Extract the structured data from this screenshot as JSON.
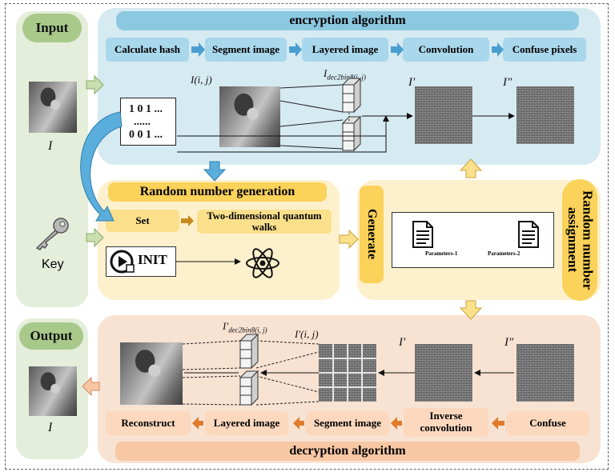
{
  "input": {
    "title": "Input",
    "image_label": "I",
    "key_label": "Key"
  },
  "output": {
    "title": "Output",
    "image_label": "I"
  },
  "encryption": {
    "title": "encryption algorithm",
    "steps": [
      "Calculate hash",
      "Segment image",
      "Layered image",
      "Convolution",
      "Confuse pixels"
    ],
    "matrix": {
      "row1": "1 0 1 ...",
      "row2": "......",
      "row3": "0 0 1 ..."
    },
    "label_I_ij": "I(i, j)",
    "label_I_dec": "I",
    "label_I_dec_sub": "dec2bin8(i, j)",
    "label_I_prime": "I′",
    "label_I_dprime": "I″"
  },
  "random": {
    "title": "Random number generation",
    "set_label": "Set",
    "walks_label": "Two-dimensional quantum walks",
    "init_label": "INIT"
  },
  "assignment": {
    "generate_label": "Generate",
    "title": "Random number assignment",
    "param1": "Parameters-1",
    "param2": "Parameters-2"
  },
  "decryption": {
    "title": "decryption algorithm",
    "steps": [
      "Reconstruct",
      "Layered image",
      "Segment image",
      "Inverse convolution",
      "Confuse"
    ],
    "label_I_dec": "I′",
    "label_I_dec_sub": "dec2bin8(i, j)",
    "label_I_ij": "I′(i, j)",
    "label_I_prime": "I′",
    "label_I_dprime": "I″"
  },
  "colors": {
    "blue_arrow": "#5aaedb",
    "yellow_arrow": "#fbe08c",
    "orange_arrow": "#e07b2c",
    "green_arrow": "#c9dfae"
  }
}
